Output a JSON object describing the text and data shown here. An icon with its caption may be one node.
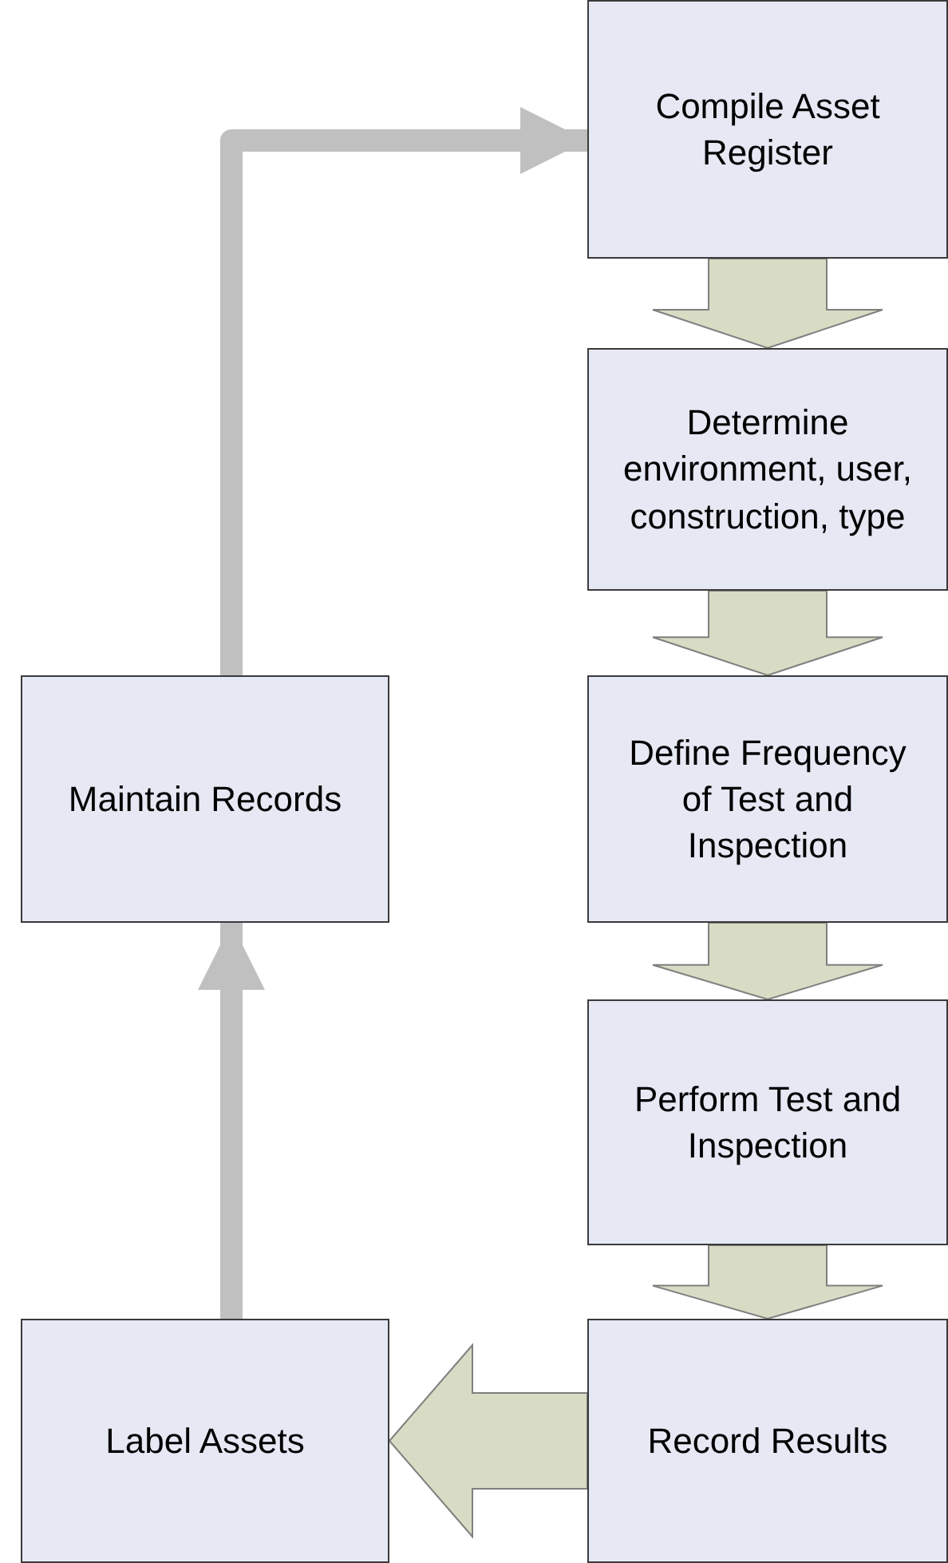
{
  "diagram": {
    "nodes": [
      {
        "text": [
          "Compile Asset Register"
        ]
      },
      {
        "text": [
          "Determine environment, user, construction, type"
        ]
      },
      {
        "text": [
          "Define Frequency of Test and Inspection"
        ]
      },
      {
        "text": [
          "Perform Test and Inspection"
        ]
      },
      {
        "text": [
          "Record Results"
        ]
      },
      {
        "text": [
          "Label Assets"
        ]
      },
      {
        "text": [
          "Maintain Records"
        ]
      }
    ],
    "edges": [
      {
        "from": 0,
        "to": 1,
        "arrow": "to",
        "style": "thick"
      },
      {
        "from": 1,
        "to": 2,
        "arrow": "to",
        "style": "thick"
      },
      {
        "from": 2,
        "to": 3,
        "arrow": "to",
        "style": "thick"
      },
      {
        "from": 3,
        "to": 4,
        "arrow": "to",
        "style": "thick"
      },
      {
        "from": 4,
        "to": 5,
        "arrow": "to",
        "style": "thick"
      },
      {
        "from": 5,
        "to": 6,
        "arrow": "to",
        "color": "#c0c0c0"
      },
      {
        "from": 6,
        "to": 0,
        "arrow": "to",
        "color": "#c0c0c0"
      }
    ]
  }
}
